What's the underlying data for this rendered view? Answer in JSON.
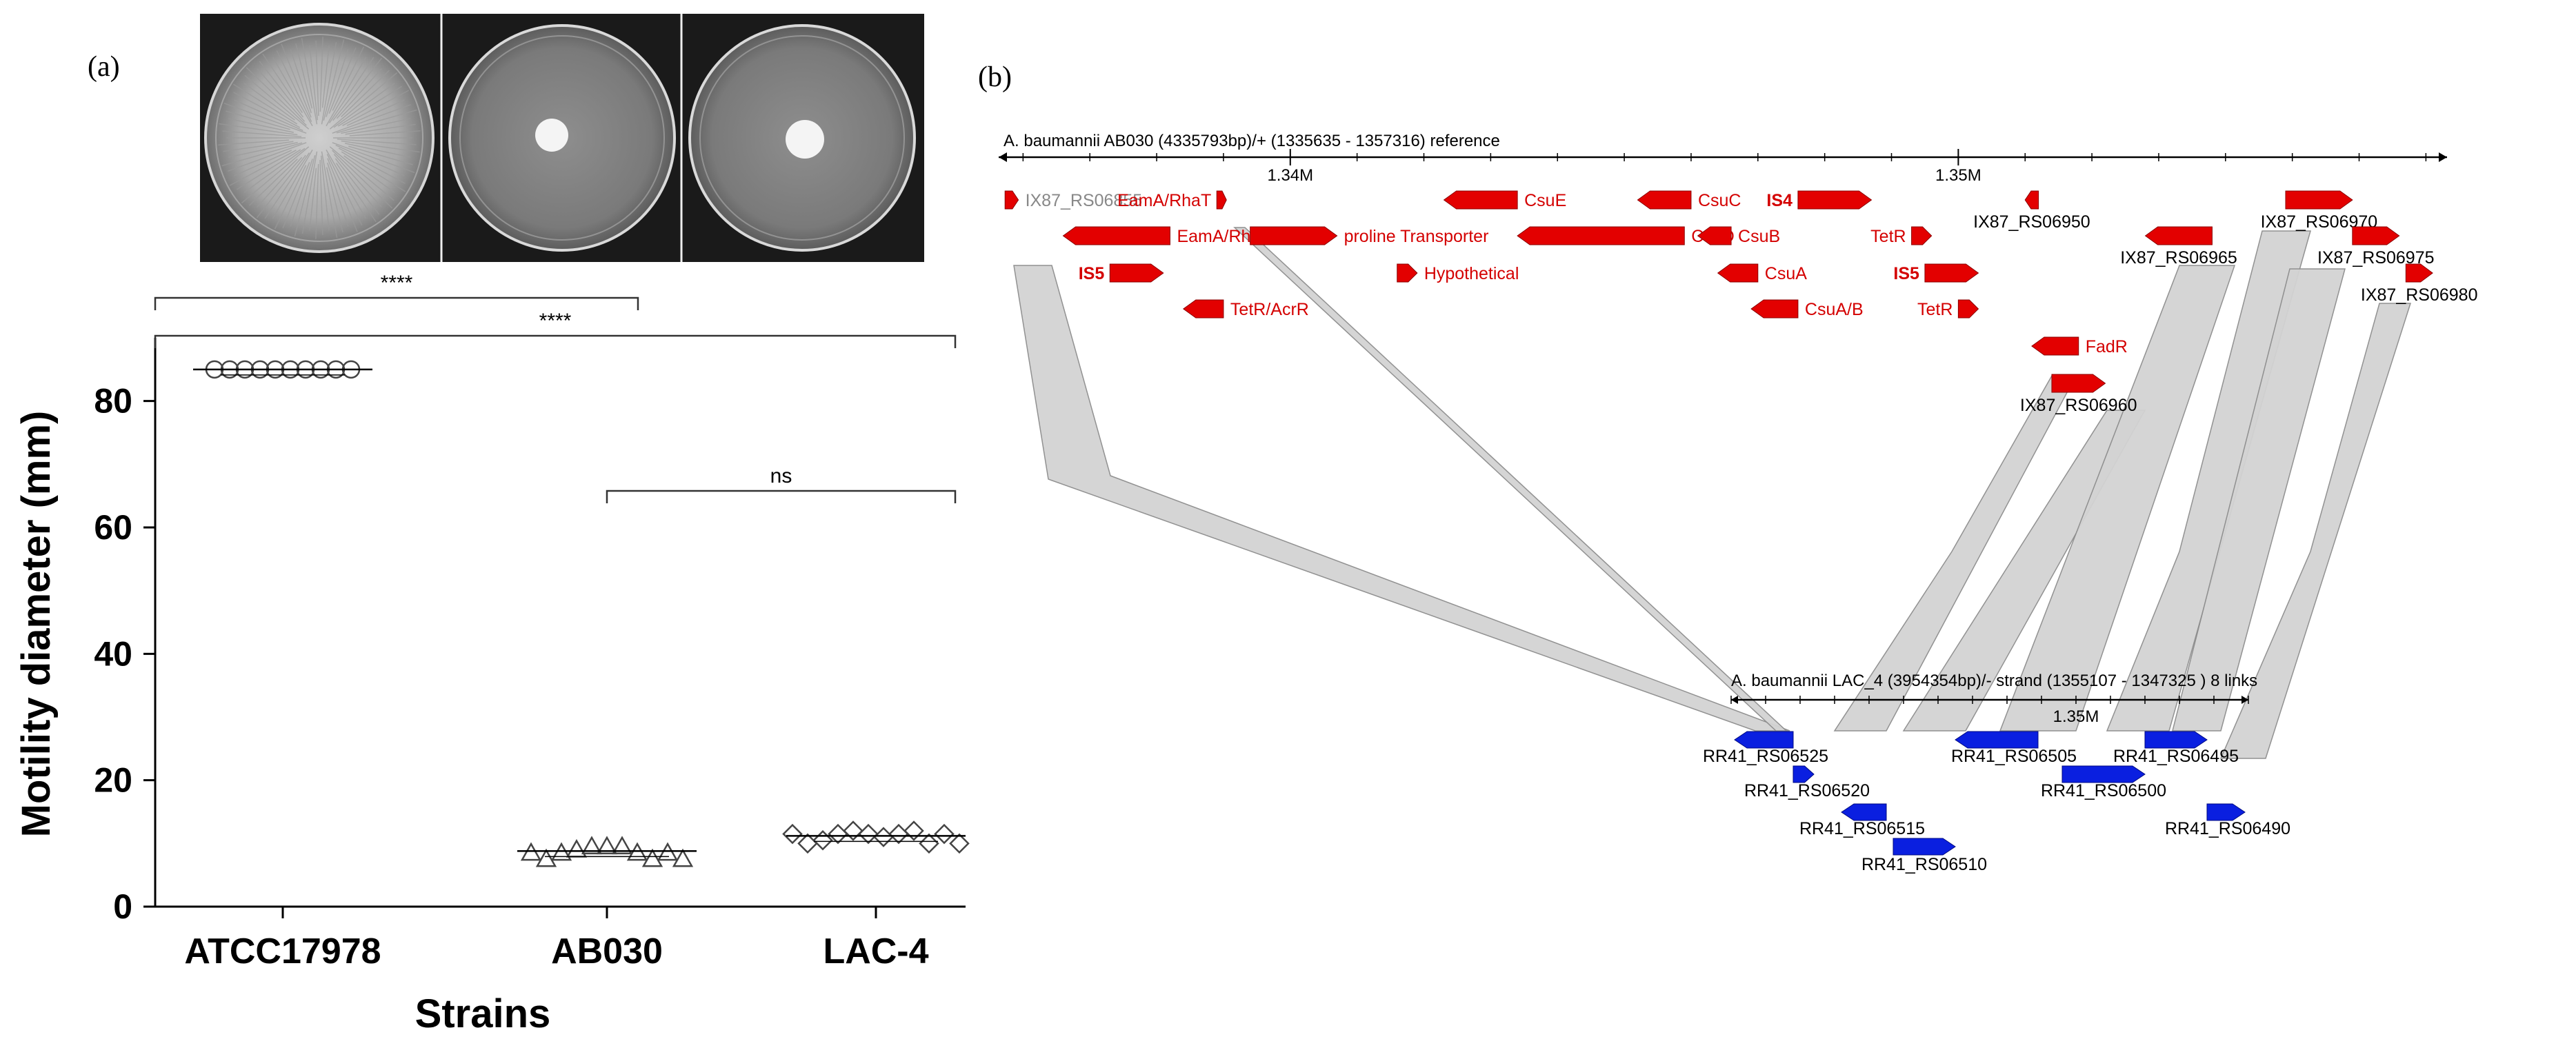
{
  "panels": {
    "a": {
      "label": "(a)",
      "plates": [
        "ATCC17978 plate",
        "AB030 plate",
        "LAC-4 plate"
      ]
    },
    "b": {
      "label": "(b)"
    }
  },
  "chart_data": [
    {
      "type": "scatter",
      "xlabel": "Strains",
      "ylabel": "Motility diameter (mm)",
      "ylim": [
        0,
        90
      ],
      "yticks": [
        0,
        20,
        40,
        60,
        80
      ],
      "categories": [
        "ATCC17978",
        "AB030",
        "LAC-4"
      ],
      "series": [
        {
          "category": "ATCC17978",
          "marker": "circle",
          "values": [
            85,
            85,
            85,
            85,
            85,
            85,
            85,
            85,
            85,
            85
          ],
          "mean": 85
        },
        {
          "category": "AB030",
          "marker": "triangle",
          "values": [
            8.5,
            7.5,
            8.5,
            9,
            9.5,
            9.5,
            9.5,
            8.5,
            7.5,
            8.5,
            7.5
          ],
          "mean": 8.8
        },
        {
          "category": "LAC-4",
          "marker": "diamond",
          "values": [
            11.5,
            10,
            10.5,
            11.5,
            12,
            11.5,
            11,
            11.5,
            12,
            10,
            11.5,
            10
          ],
          "mean": 11.2
        }
      ],
      "significance": [
        {
          "from": "ATCC17978",
          "to": "AB030",
          "label": "****"
        },
        {
          "from": "ATCC17978",
          "to": "LAC-4",
          "label": "****"
        },
        {
          "from": "AB030",
          "to": "LAC-4",
          "label": "ns"
        }
      ]
    },
    {
      "type": "genome-alignment",
      "reference": {
        "title": "A. baumannii AB030 (4335793bp)/+ (1335635 - 1357316) reference",
        "range": [
          1335635,
          1357316
        ],
        "ticks": [
          {
            "pos": 1340000,
            "label": "1.34M"
          },
          {
            "pos": 1350000,
            "label": "1.35M"
          }
        ],
        "genes": [
          {
            "label": "IX87_RS06855",
            "color": "red",
            "pos": 1335730,
            "len": 200,
            "dir": 1,
            "lane": 0,
            "label_color": "#888888"
          },
          {
            "label": "EamA/RhaT",
            "color": "red",
            "pos": 1336600,
            "len": 1600,
            "dir": -1,
            "lane": 1
          },
          {
            "label": "EamA/RhaT",
            "color": "red",
            "pos": 1338900,
            "len": 120,
            "dir": 1,
            "lane": 0,
            "label_side": "left"
          },
          {
            "label": "IS5",
            "color": "red",
            "pos": 1337300,
            "len": 800,
            "dir": 1,
            "lane": 2,
            "label_side": "left",
            "label_bold": true
          },
          {
            "label": "TetR/AcrR",
            "color": "red",
            "pos": 1338400,
            "len": 600,
            "dir": -1,
            "lane": 3
          },
          {
            "label": "proline Transporter",
            "color": "red",
            "pos": 1339400,
            "len": 1300,
            "dir": 1,
            "lane": 1
          },
          {
            "label": "Hypothetical",
            "color": "red",
            "pos": 1341600,
            "len": 300,
            "dir": 1,
            "lane": 2
          },
          {
            "label": "CsuE",
            "color": "red",
            "pos": 1342300,
            "len": 1100,
            "dir": -1,
            "lane": 0
          },
          {
            "label": "CsuD",
            "color": "red",
            "pos": 1343400,
            "len": 2500,
            "dir": -1,
            "lane": 1
          },
          {
            "label": "CsuC",
            "color": "red",
            "pos": 1345200,
            "len": 800,
            "dir": -1,
            "lane": 0
          },
          {
            "label": "CsuB",
            "color": "red",
            "pos": 1346100,
            "len": 500,
            "dir": -1,
            "lane": 1
          },
          {
            "label": "CsuA",
            "color": "red",
            "pos": 1346400,
            "len": 600,
            "dir": -1,
            "lane": 2
          },
          {
            "label": "CsuA/B",
            "color": "red",
            "pos": 1346900,
            "len": 700,
            "dir": -1,
            "lane": 3
          },
          {
            "label": "IS4",
            "color": "red",
            "pos": 1347600,
            "len": 1100,
            "dir": 1,
            "lane": 0,
            "label_side": "left",
            "label_bold": true
          },
          {
            "label": "TetR",
            "color": "red",
            "pos": 1349300,
            "len": 300,
            "dir": 1,
            "lane": 1,
            "label_side": "left"
          },
          {
            "label": "IS5",
            "color": "red",
            "pos": 1349500,
            "len": 800,
            "dir": 1,
            "lane": 2,
            "label_side": "left",
            "label_bold": true
          },
          {
            "label": "TetR",
            "color": "red",
            "pos": 1350000,
            "len": 300,
            "dir": 1,
            "lane": 3,
            "label_side": "left"
          },
          {
            "label": "IX87_RS06950",
            "color": "red",
            "pos": 1351000,
            "len": 200,
            "dir": -1,
            "lane": 0,
            "label_below": true
          },
          {
            "label": "FadR",
            "color": "red",
            "pos": 1351100,
            "len": 700,
            "dir": -1,
            "lane": 4
          },
          {
            "label": "IX87_RS06960",
            "color": "red",
            "pos": 1351400,
            "len": 800,
            "dir": 1,
            "lane": 5,
            "label_below": true
          },
          {
            "label": "IX87_RS06965",
            "color": "red",
            "pos": 1352800,
            "len": 1000,
            "dir": -1,
            "lane": 1,
            "label_below": true
          },
          {
            "label": "IX87_RS06970",
            "color": "red",
            "pos": 1354900,
            "len": 1000,
            "dir": 1,
            "lane": 0,
            "label_below": true
          },
          {
            "label": "IX87_RS06975",
            "color": "red",
            "pos": 1355900,
            "len": 700,
            "dir": 1,
            "lane": 1,
            "label_below": true
          },
          {
            "label": "IX87_RS06980",
            "color": "red",
            "pos": 1356700,
            "len": 400,
            "dir": 1,
            "lane": 2,
            "label_below": true
          }
        ]
      },
      "query": {
        "title": "A. baumannii LAC_4 (3954354bp)/- strand (1355107 - 1347325 ) 8 links",
        "tick": "1.35M",
        "genes": [
          {
            "label": "RR41_RS06525",
            "color": "blue",
            "lane": 0,
            "dir": -1
          },
          {
            "label": "RR41_RS06520",
            "color": "blue",
            "lane": 1,
            "dir": 1
          },
          {
            "label": "RR41_RS06515",
            "color": "blue",
            "lane": 2,
            "dir": -1
          },
          {
            "label": "RR41_RS06510",
            "color": "blue",
            "lane": 3,
            "dir": 1
          },
          {
            "label": "RR41_RS06505",
            "color": "blue",
            "lane": 0,
            "dir": -1
          },
          {
            "label": "RR41_RS06500",
            "color": "blue",
            "lane": 1,
            "dir": 1
          },
          {
            "label": "RR41_RS06495",
            "color": "blue",
            "lane": 0,
            "dir": 1
          },
          {
            "label": "RR41_RS06490",
            "color": "blue",
            "lane": 2,
            "dir": 1
          }
        ]
      },
      "links": 8
    }
  ]
}
